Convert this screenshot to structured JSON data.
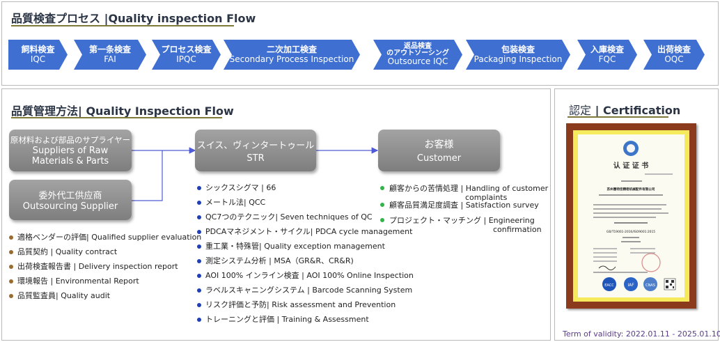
{
  "top_section": {
    "title_jp": "品質検査プロセス",
    "title_sep": "|",
    "title_en": "Quality inspection Flow",
    "steps": [
      {
        "jp": "飼料検査",
        "en": "IQC"
      },
      {
        "jp": "第一条検査",
        "en": "FAI"
      },
      {
        "jp": "プロセス検査",
        "en": "IPQC"
      },
      {
        "jp": "二次加工検査",
        "en": "Secondary Process Inspection"
      },
      {
        "jp": "返品検査\nのアウトソーシング",
        "en": "Outsource IQC"
      },
      {
        "jp": "包装検査",
        "en": "Packaging Inspection"
      },
      {
        "jp": "入庫検査",
        "en": "FQC"
      },
      {
        "jp": "出荷検査",
        "en": "OQC"
      }
    ],
    "arrow_color": "#3f6fd1"
  },
  "method_section": {
    "title_jp": "品質管理方法",
    "title_sep": "|",
    "title_en": "Quality Inspection Flow",
    "supplier": {
      "jp": "原材料および部品のサプライヤー",
      "en1": "Suppliers of Raw",
      "en2": "Materials & Parts"
    },
    "outsourcing": {
      "jp": "委外代工供应商",
      "en": "Outsourcing Supplier"
    },
    "str": {
      "jp": "スイス、ヴィンタートゥール",
      "en": "STR"
    },
    "customer": {
      "jp": "お客様",
      "en": "Customer"
    },
    "supplier_items": [
      "適格ベンダーの評価| Qualified supplier evaluation",
      "品質契約 | Quality contract",
      "出荷検査報告書 | Delivery inspection report",
      "環境報告 | Environmental Report",
      "品質監査員| Quality audit"
    ],
    "str_items": [
      "シックスシグマ | 66",
      "メートル法| QCC",
      "QC7つのテクニック| Seven techniques of QC",
      "PDCAマネジメント・サイクル| PDCA cycle management",
      "重工業・特殊管| Quality exception management",
      "測定システム分析 | MSA（GR&R、CR&R)",
      "AOI 100% インライン検査 | AOI 100% Online Inspection",
      "ラベルスキャニングシステム | Barcode Scanning System",
      "リスク評価と予防| Risk assessment and Prevention",
      "トレーニングと評価 | Training & Assessment"
    ],
    "customer_items": [
      {
        "l1": "顧客からの苦情処理 | Handling of customer",
        "l2": "complaints"
      },
      {
        "l1": "顧客品質満足度調査 | Satisfaction survey",
        "l2": ""
      },
      {
        "l1": "プロジェクト・マッチング | Engineering",
        "l2": "confirmation"
      }
    ],
    "connector_color": "#4f5bd6"
  },
  "cert_section": {
    "title_jp": "認定",
    "title_sep": "|",
    "title_en": "Certification",
    "cert_heading": "认 证 证 书",
    "cert_company": "苏州惠特佳精密机械配件有限公司",
    "cert_standard": "GB/T19001-2016/ISO9001:2015",
    "seals": [
      "EACC",
      "IAF",
      "CNAS"
    ],
    "validity_label": "Term of validity:",
    "validity_range": "2022.01.11 - 2025.01.10"
  }
}
